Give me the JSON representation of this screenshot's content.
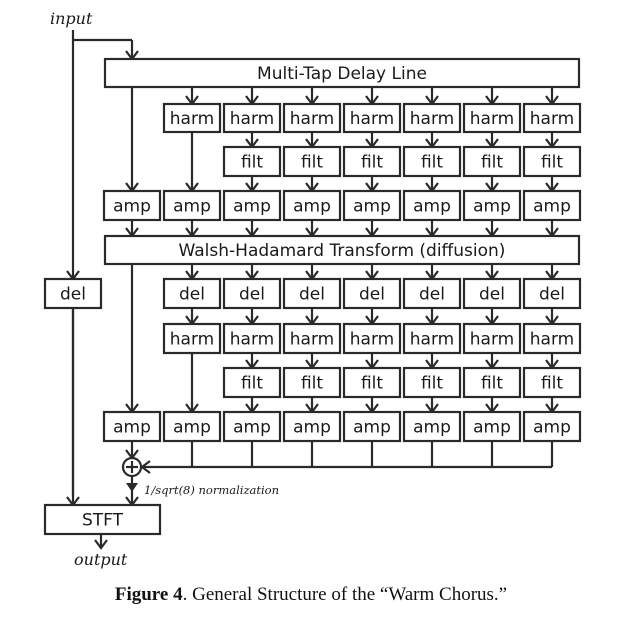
{
  "figure": {
    "input_label": "input",
    "output_label": "output",
    "multitap_label": "Multi-Tap Delay Line",
    "hadamard_label": "Walsh-Hadamard Transform (diffusion)",
    "bypass_delay_label": "del",
    "stft_label": "STFT",
    "normalization_label": "1/sqrt(8) normalization",
    "num_channels": 8,
    "stage1": {
      "harm_label": "harm",
      "filt_label": "filt",
      "amp_label": "amp"
    },
    "stage2": {
      "del_label": "del",
      "harm_label": "harm",
      "filt_label": "filt",
      "amp_label": "amp"
    },
    "sum_symbol": "+"
  },
  "caption": {
    "prefix": "Figure 4",
    "text": ". General Structure of the “Warm Chorus.”"
  }
}
